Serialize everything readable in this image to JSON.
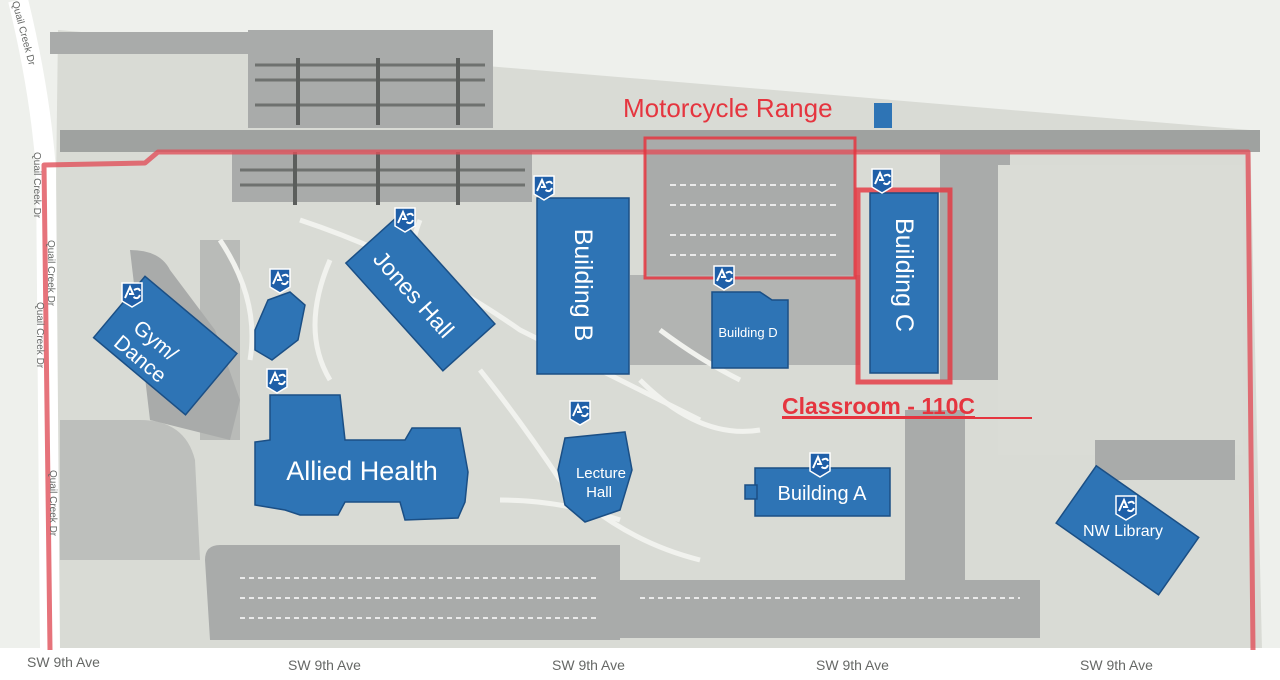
{
  "map": {
    "buildings": {
      "gym": "Gym/",
      "gym_line2": "Dance",
      "jones": "Jones Hall",
      "building_b": "Building B",
      "building_c": "Building C",
      "building_d": "Building D",
      "allied": "Allied Health",
      "lecture": "Lecture",
      "lecture_line2": "Hall",
      "building_a": "Building A",
      "library": "NW Library"
    },
    "annotations": {
      "range": "Motorcycle Range",
      "classroom": "Classroom - 110C"
    },
    "streets": {
      "quail_top": "Quail Creek Dr",
      "quail_mid1": "Quail Creek Dr",
      "quail_mid2": "Quail Creek Dr",
      "quail_mid3": "Quail Creek Dr",
      "quail_mid4": "Quail Creek Dr",
      "sw9_1": "SW 9th Ave",
      "sw9_2": "SW 9th Ave",
      "sw9_3": "SW 9th Ave",
      "sw9_4": "SW 9th Ave",
      "sw9_5": "SW 9th Ave"
    },
    "logo_text": "AC",
    "colors": {
      "building": "#2e74b5",
      "route": "#e0505a",
      "annotation": "#e5353f",
      "parking": "#a9abaa",
      "grounds": "#d9dbd5"
    }
  }
}
